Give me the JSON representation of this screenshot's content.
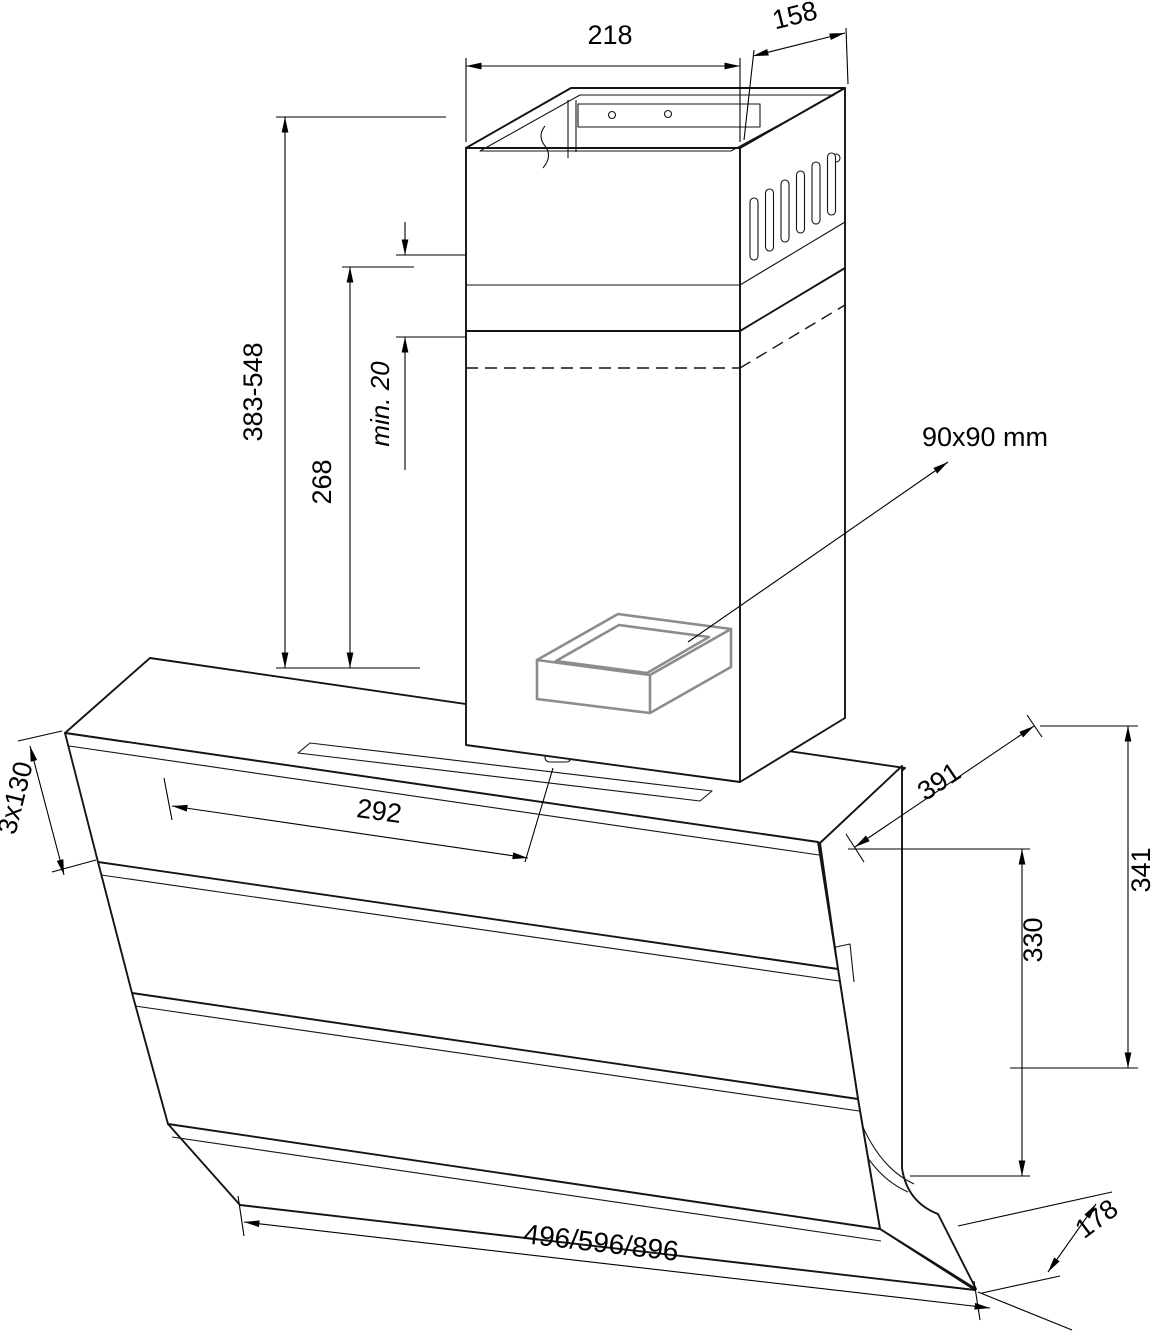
{
  "page": {
    "type": "technical-installation-drawing",
    "background": "#ffffff"
  },
  "colors": {
    "outline": "#141414",
    "dimension_lines": "#000000",
    "duct_highlight": "#8c8c8c"
  },
  "dimensions": {
    "chimney_top_width": "218",
    "chimney_top_depth": "158",
    "telescopic_height_range": "383-548",
    "lower_chimney_height": "268",
    "min_overlap": "min. 20",
    "air_outlet": "90x90 mm",
    "glass_steps": "3x130",
    "outlet_offset": "292",
    "top_depth": "391",
    "rear_height": "341",
    "body_height": "330",
    "bottom_depth": "178",
    "available_widths": "496/596/896"
  }
}
